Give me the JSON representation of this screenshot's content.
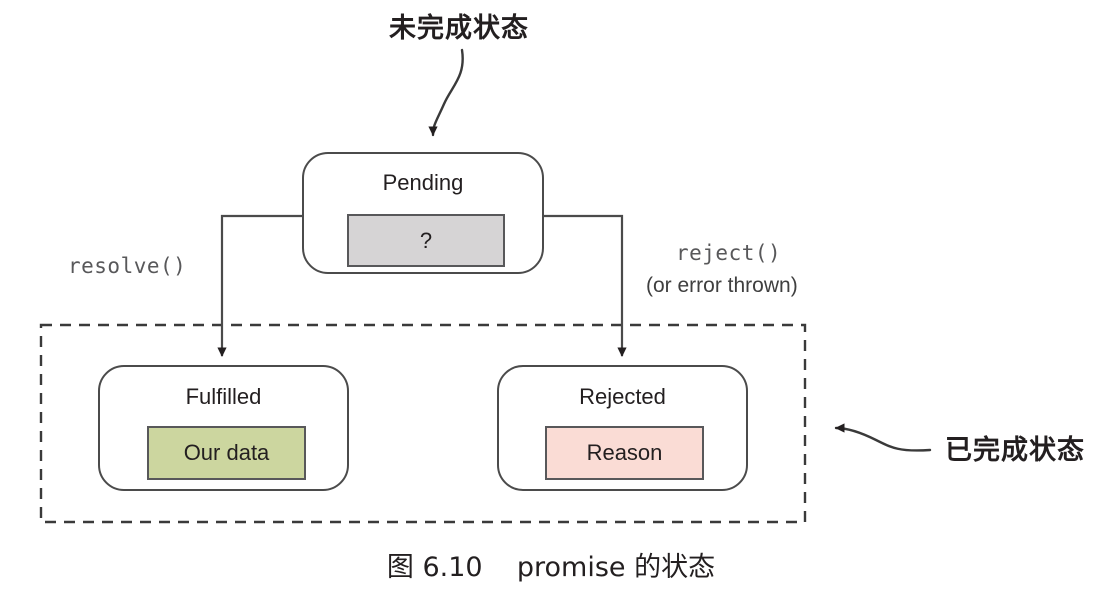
{
  "figure": {
    "caption": "图 6.10    promise 的状态"
  },
  "annotations": {
    "unsettled": "未完成状态",
    "settled": "已完成状态"
  },
  "states": {
    "pending": {
      "title": "Pending",
      "value": "?",
      "value_color": "#d6d4d5"
    },
    "fulfilled": {
      "title": "Fulfilled",
      "value": "Our data",
      "value_color": "#ccd69f"
    },
    "rejected": {
      "title": "Rejected",
      "value": "Reason",
      "value_color": "#fadcd5"
    }
  },
  "transitions": {
    "resolve": "resolve()",
    "reject": "reject()",
    "reject_sub": "(or error thrown)"
  },
  "colors": {
    "stroke": "#4b4b4b",
    "inner_stroke": "#58585a",
    "text": "#231f20",
    "muted_text": "#58585a",
    "background": "#ffffff"
  }
}
